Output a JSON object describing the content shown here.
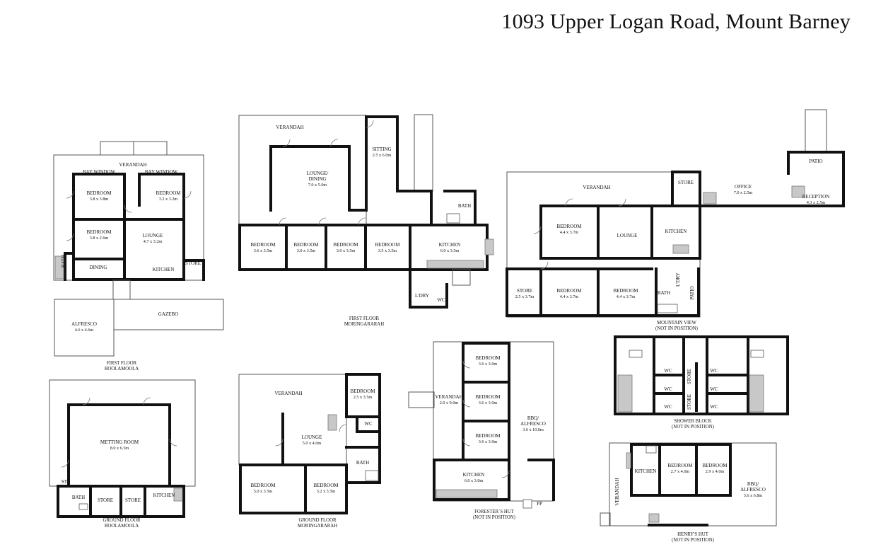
{
  "title": "1093 Upper Logan Road, Mount Barney",
  "captions": {
    "boolamoola_first": [
      "FIRST FLOOR",
      "BOOLAMOOLA"
    ],
    "boolamoola_ground": [
      "GROUND FLOOR",
      "BOOLAMOOLA"
    ],
    "moringararah_first": [
      "FIRST FLOOR",
      "MORINGARARAH"
    ],
    "moringararah_ground": [
      "GROUND FLOOR",
      "MORINGARARAH"
    ],
    "foresters_hut": [
      "FORESTER`S HUT",
      "(NOT IN POSITION)"
    ],
    "mountain_view": [
      "MOUNTAIN VIEW",
      "(NOT IN POSITION)"
    ],
    "shower_block": [
      "SHOWER BLOCK",
      "(NOT IN POSITION)"
    ],
    "henrys_hut": [
      "HENRY'S HUT",
      "(NOT IN POSITION)"
    ]
  },
  "rooms": {
    "bf_verandah": {
      "name": "VERANDAH"
    },
    "bf_bay_window_1": {
      "name": "BAY WINDOW"
    },
    "bf_bay_window_2": {
      "name": "BAY WINDOW"
    },
    "bf_bedroom_1": {
      "name": "BEDROOM",
      "dim": "3.8 x 3.8m"
    },
    "bf_bedroom_2": {
      "name": "BEDROOM",
      "dim": "3.2 x 3.2m"
    },
    "bf_bedroom_3": {
      "name": "BEDROOM",
      "dim": "3.8 x 2.6m"
    },
    "bf_lounge": {
      "name": "LOUNGE",
      "dim": "4.7 x 3.2m"
    },
    "bf_bath": {
      "name": "BATH"
    },
    "bf_dining": {
      "name": "DINING"
    },
    "bf_kitchen": {
      "name": "KITCHEN"
    },
    "bf_store": {
      "name": "STORE"
    },
    "bf_alfresco": {
      "name": "ALFRESCO",
      "dim": "4.6 x 4.6m"
    },
    "bf_gazebo": {
      "name": "GAZEBO"
    },
    "bg_meeting": {
      "name": "METTING ROOM",
      "dim": "8.0 x 6.5m"
    },
    "bg_st": {
      "name": "ST"
    },
    "bg_bath": {
      "name": "BATH"
    },
    "bg_store_1": {
      "name": "STORE"
    },
    "bg_store_2": {
      "name": "STORE"
    },
    "bg_kitchen": {
      "name": "KITCHEN"
    },
    "mf_verandah": {
      "name": "VERANDAH"
    },
    "mf_sitting": {
      "name": "SITTING",
      "dim": "2.5 x 6.0m"
    },
    "mf_lounge": {
      "name": "LOUNGE/",
      "name2": "DINING",
      "dim": "7.0 x 5.0m"
    },
    "mf_bath": {
      "name": "BATH"
    },
    "mf_bedroom_1": {
      "name": "BEDROOM",
      "dim": "3.6 x 3.5m"
    },
    "mf_bedroom_2": {
      "name": "BEDROOM",
      "dim": "3.0 x 3.5m"
    },
    "mf_bedroom_3": {
      "name": "BEDROOM",
      "dim": "3.0 x 3.5m"
    },
    "mf_bedroom_4": {
      "name": "BEDROOM",
      "dim": "3.5 x 3.5m"
    },
    "mf_kitchen": {
      "name": "KITCHEN",
      "dim": "6.0 x 3.5m"
    },
    "mf_ldry": {
      "name": "L'DRY"
    },
    "mf_wc": {
      "name": "WC"
    },
    "mg_verandah": {
      "name": "VERANDAH"
    },
    "mg_bedroom_1": {
      "name": "BEDROOM",
      "dim": "2.5 x 3.5m"
    },
    "mg_wc": {
      "name": "WC"
    },
    "mg_lounge": {
      "name": "LOUNGE",
      "dim": "5.0 x 4.0m"
    },
    "mg_bath": {
      "name": "BATH"
    },
    "mg_bedroom_2": {
      "name": "BEDROOM",
      "dim": "5.0 x 3.5m"
    },
    "mg_bedroom_3": {
      "name": "BEDROOM",
      "dim": "3.2 x 3.5m"
    },
    "fh_verandah": {
      "name": "VERANDAH",
      "dim": "2.0 x 9.0m"
    },
    "fh_bedroom_1": {
      "name": "BEDROOM",
      "dim": "3.6 x 3.0m"
    },
    "fh_bedroom_2": {
      "name": "BEDROOM",
      "dim": "3.6 x 3.0m"
    },
    "fh_bedroom_3": {
      "name": "BEDROOM",
      "dim": "3.6 x 3.0m"
    },
    "fh_bbq": {
      "name": "BBQ/",
      "name2": "ALFRESCO",
      "dim": "3.6 x 10.0m"
    },
    "fh_kitchen": {
      "name": "KITCHEN",
      "dim": "6.0 x 3.0m"
    },
    "fh_fp": {
      "name": "FP"
    },
    "mv_verandah": {
      "name": "VERANDAH"
    },
    "mv_store_1": {
      "name": "STORE"
    },
    "mv_office": {
      "name": "OFFICE",
      "dim": "7.0 x 2.5m"
    },
    "mv_patio_1": {
      "name": "PATIO"
    },
    "mv_reception": {
      "name": "RECEPTION",
      "dim": "4.3 x 2.5m"
    },
    "mv_bedroom_1": {
      "name": "BEDROOM",
      "dim": "4.4 x 3.7m"
    },
    "mv_lounge": {
      "name": "LOUNGE"
    },
    "mv_kitchen": {
      "name": "KITCHEN"
    },
    "mv_store_2": {
      "name": "STORE",
      "dim": "2.5 x 3.7m"
    },
    "mv_bedroom_2": {
      "name": "BEDROOM",
      "dim": "4.4 x 3.7m"
    },
    "mv_bedroom_3": {
      "name": "BEDROOM",
      "dim": "4.4 x 3.7m"
    },
    "mv_bath": {
      "name": "BATH"
    },
    "mv_ldry": {
      "name": "L'DRY"
    },
    "mv_patio_2": {
      "name": "PATIO"
    },
    "sb_wc_1": {
      "name": "WC"
    },
    "sb_wc_2": {
      "name": "WC"
    },
    "sb_wc_3": {
      "name": "WC"
    },
    "sb_wc_4": {
      "name": "WC"
    },
    "sb_wc_5": {
      "name": "WC"
    },
    "sb_wc_6": {
      "name": "WC"
    },
    "sb_store_1": {
      "name": "STORE"
    },
    "sb_store_2": {
      "name": "STORE"
    },
    "hh_kitchen": {
      "name": "KITCHEN"
    },
    "hh_bedroom_1": {
      "name": "BEDROOM",
      "dim": "2.7 x 4.0m"
    },
    "hh_bedroom_2": {
      "name": "BEDROOM",
      "dim": "2.9 x 4.0m"
    },
    "hh_bbq": {
      "name": "BBQ/",
      "name2": "ALFRESCO",
      "dim": "3.6 x 6.8m"
    },
    "hh_verandah": {
      "name": "VERANDAH"
    }
  }
}
